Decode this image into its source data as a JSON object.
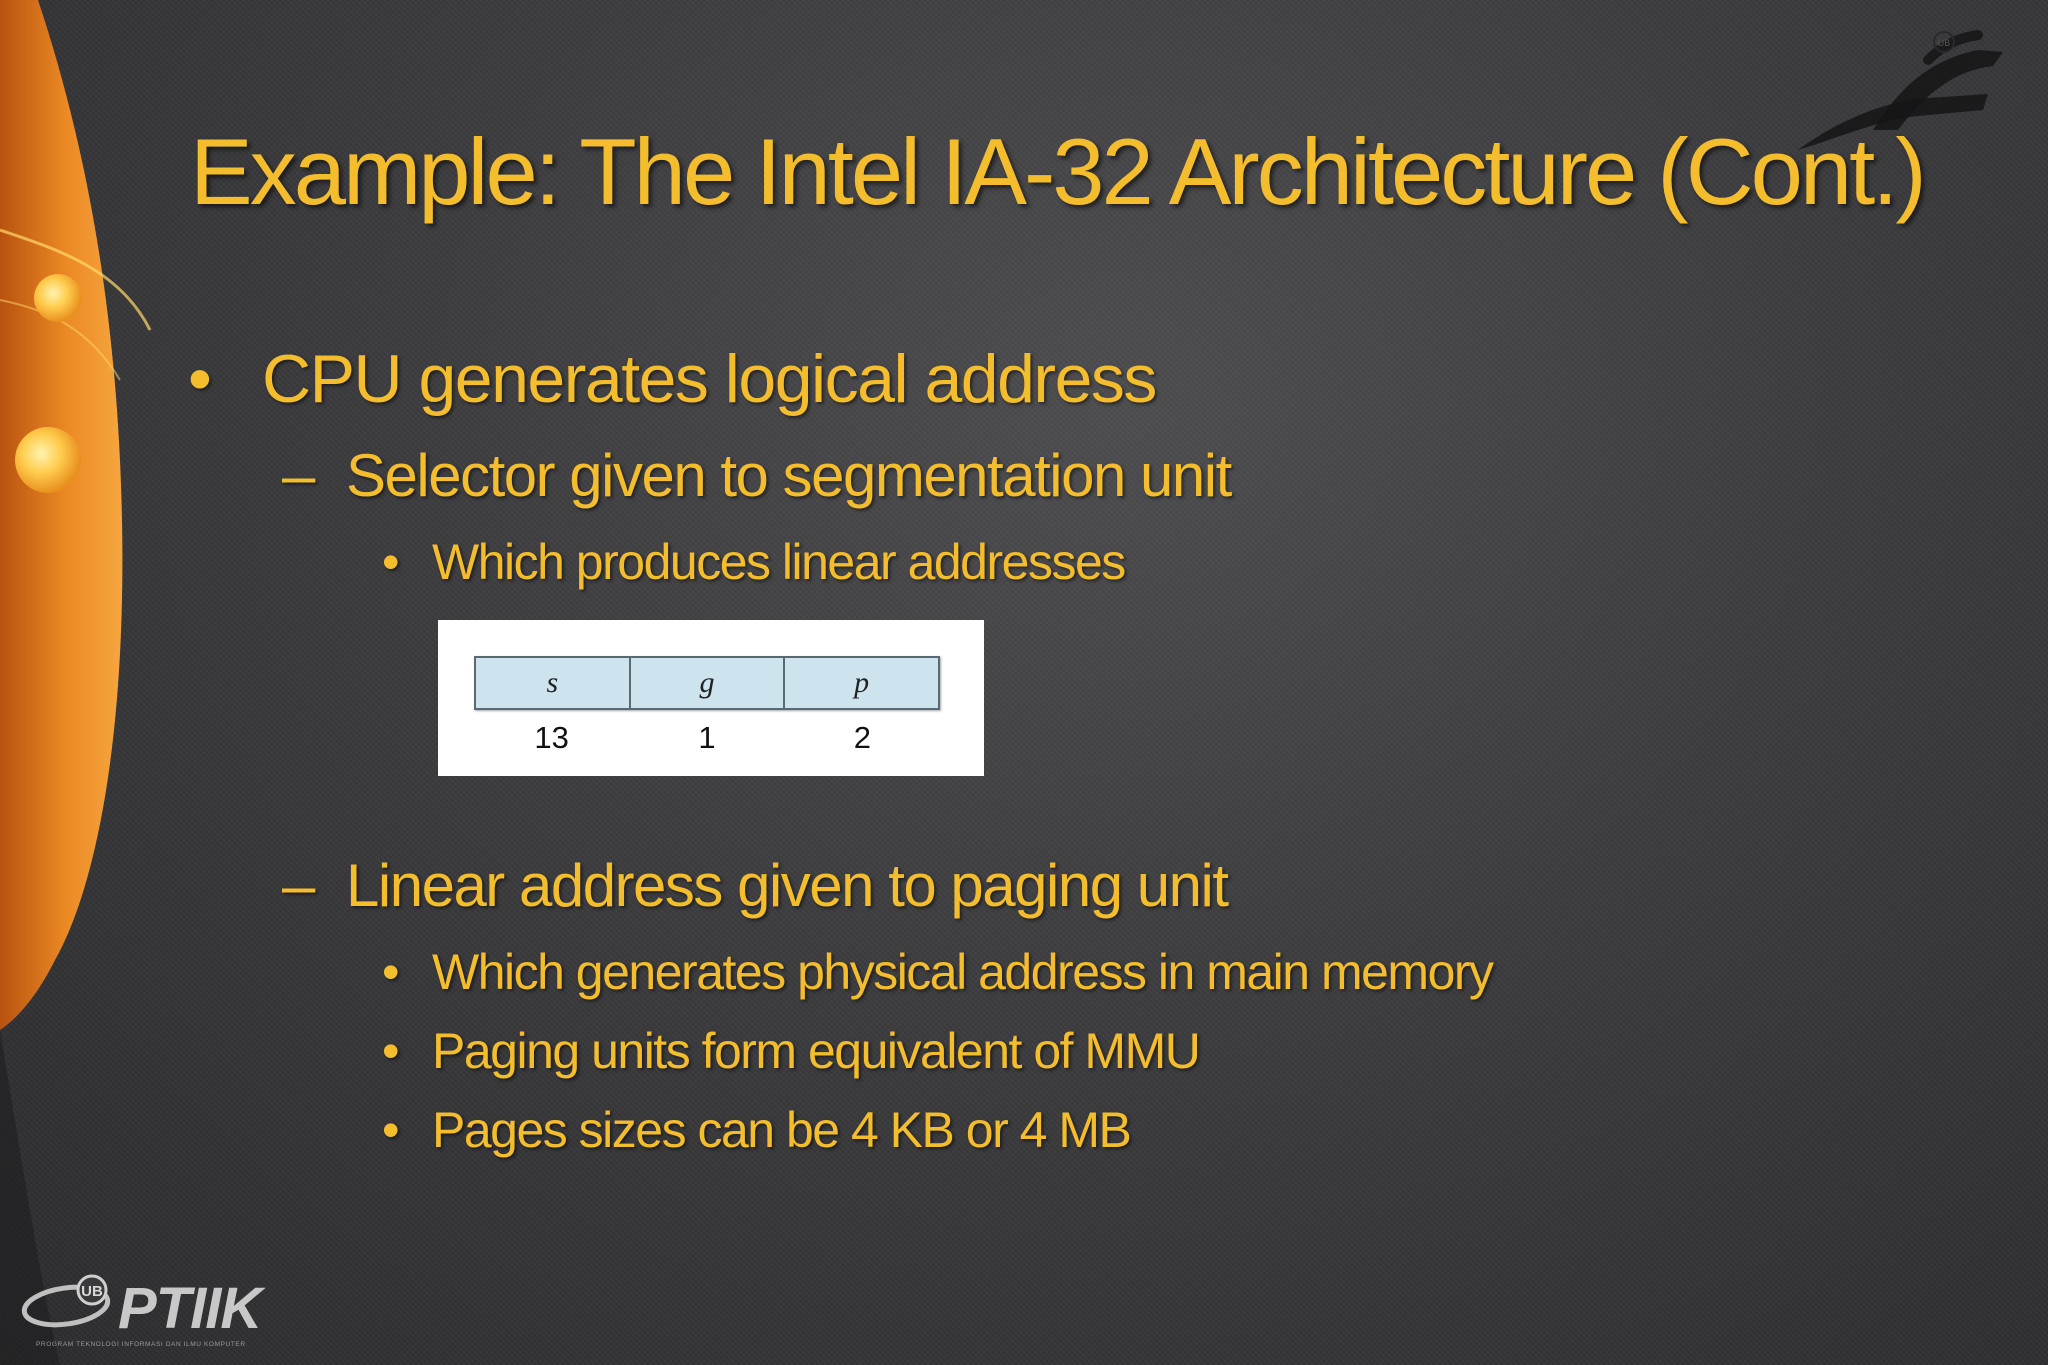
{
  "slide": {
    "title": "Example: The Intel IA-32 Architecture (Cont.)",
    "bullet_marker": "•",
    "dash_marker": "–",
    "bullets": {
      "b1": "CPU generates logical address",
      "b1_1": "Selector given to segmentation unit",
      "b1_1_1": "Which produces linear addresses",
      "b1_2": "Linear address given to paging unit",
      "b1_2_1": "Which generates physical address in main memory",
      "b1_2_2": "Paging units form equivalent of MMU",
      "b1_2_3": "Pages sizes can be 4 KB or 4 MB"
    }
  },
  "selector_figure": {
    "fields": [
      "s",
      "g",
      "p"
    ],
    "bits": [
      "13",
      "1",
      "2"
    ]
  },
  "branding": {
    "logo_text": "PTIIK",
    "logo_badge": "UB",
    "logo_subtitle": "PROGRAM TEKNOLOGI INFORMASI DAN ILMU KOMPUTER",
    "corner_logo_badge": "UB"
  },
  "colors": {
    "text_accent": "#f3bd2e",
    "background": "#3c3c3f",
    "swoosh": "#e07a1c",
    "figure_cell": "#cde4ef"
  }
}
